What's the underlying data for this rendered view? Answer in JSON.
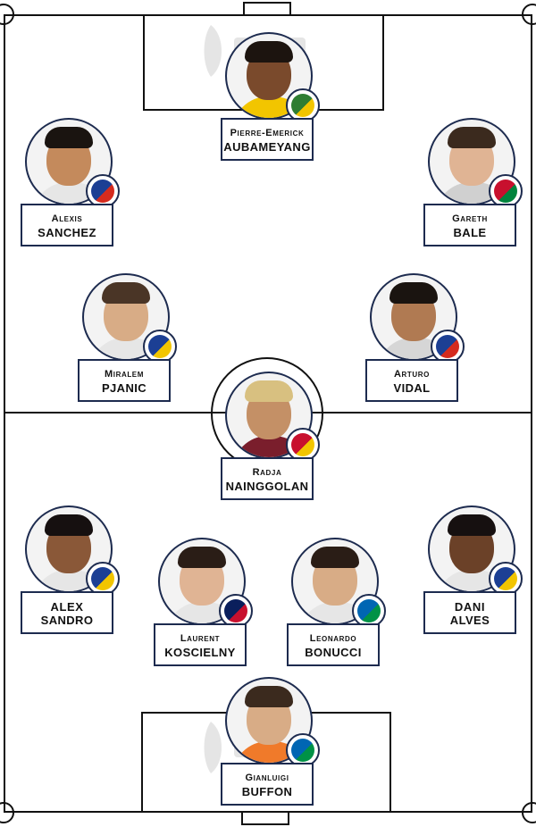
{
  "players": {
    "aubameyang": {
      "first": "Pierre-Emerick",
      "last": "AUBAMEYANG",
      "crest_color": "#2e7d32",
      "crest_accent": "#f2c500",
      "hair": "#1c140f",
      "skin": "#7a4a2c",
      "shirt": "#f2c500"
    },
    "sanchez": {
      "first": "Alexis",
      "last": "SANCHEZ",
      "crest_color": "#1c3f94",
      "crest_accent": "#d52b1e",
      "hair": "#1a1410",
      "skin": "#c48a5c",
      "shirt": "#e6e6e6"
    },
    "bale": {
      "first": "Gareth",
      "last": "BALE",
      "crest_color": "#c8102e",
      "crest_accent": "#00843d",
      "hair": "#3b2a1e",
      "skin": "#e0b494",
      "shirt": "#d0d0d0"
    },
    "pjanic": {
      "first": "Miralem",
      "last": "PJANIC",
      "crest_color": "#1c3f94",
      "crest_accent": "#f2c500",
      "hair": "#4a3526",
      "skin": "#d8ac86",
      "shirt": "#e6e6e6"
    },
    "vidal": {
      "first": "Arturo",
      "last": "VIDAL",
      "crest_color": "#1c3f94",
      "crest_accent": "#d52b1e",
      "hair": "#1a1410",
      "skin": "#b07a52",
      "shirt": "#d6d6d6"
    },
    "nainggolan": {
      "first": "Radja",
      "last": "NAINGGOLAN",
      "crest_color": "#c8102e",
      "crest_accent": "#f2c500",
      "hair": "#d8c080",
      "skin": "#c49066",
      "shirt": "#7a1e2c"
    },
    "alex_sandro": {
      "first": "ALEX",
      "last": "SANDRO",
      "crest_color": "#1c3f94",
      "crest_accent": "#f2c500",
      "hair": "#161010",
      "skin": "#8a5838",
      "shirt": "#e6e6e6"
    },
    "koscielny": {
      "first": "Laurent",
      "last": "KOSCIELNY",
      "crest_color": "#0a1f5c",
      "crest_accent": "#c8102e",
      "hair": "#2a1d16",
      "skin": "#e0b494",
      "shirt": "#e6e6e6"
    },
    "bonucci": {
      "first": "Leonardo",
      "last": "BONUCCI",
      "crest_color": "#0066b3",
      "crest_accent": "#009246",
      "hair": "#2a1d16",
      "skin": "#d8ac86",
      "shirt": "#e6e6e6"
    },
    "dani_alves": {
      "first": "DANI",
      "last": "ALVES",
      "crest_color": "#1c3f94",
      "crest_accent": "#f2c500",
      "hair": "#161010",
      "skin": "#6b4128",
      "shirt": "#e6e6e6"
    },
    "buffon": {
      "first": "Gianluigi",
      "last": "BUFFON",
      "crest_color": "#0066b3",
      "crest_accent": "#009246",
      "hair": "#3b2a1e",
      "skin": "#d8ac86",
      "shirt": "#f07a2a"
    }
  }
}
